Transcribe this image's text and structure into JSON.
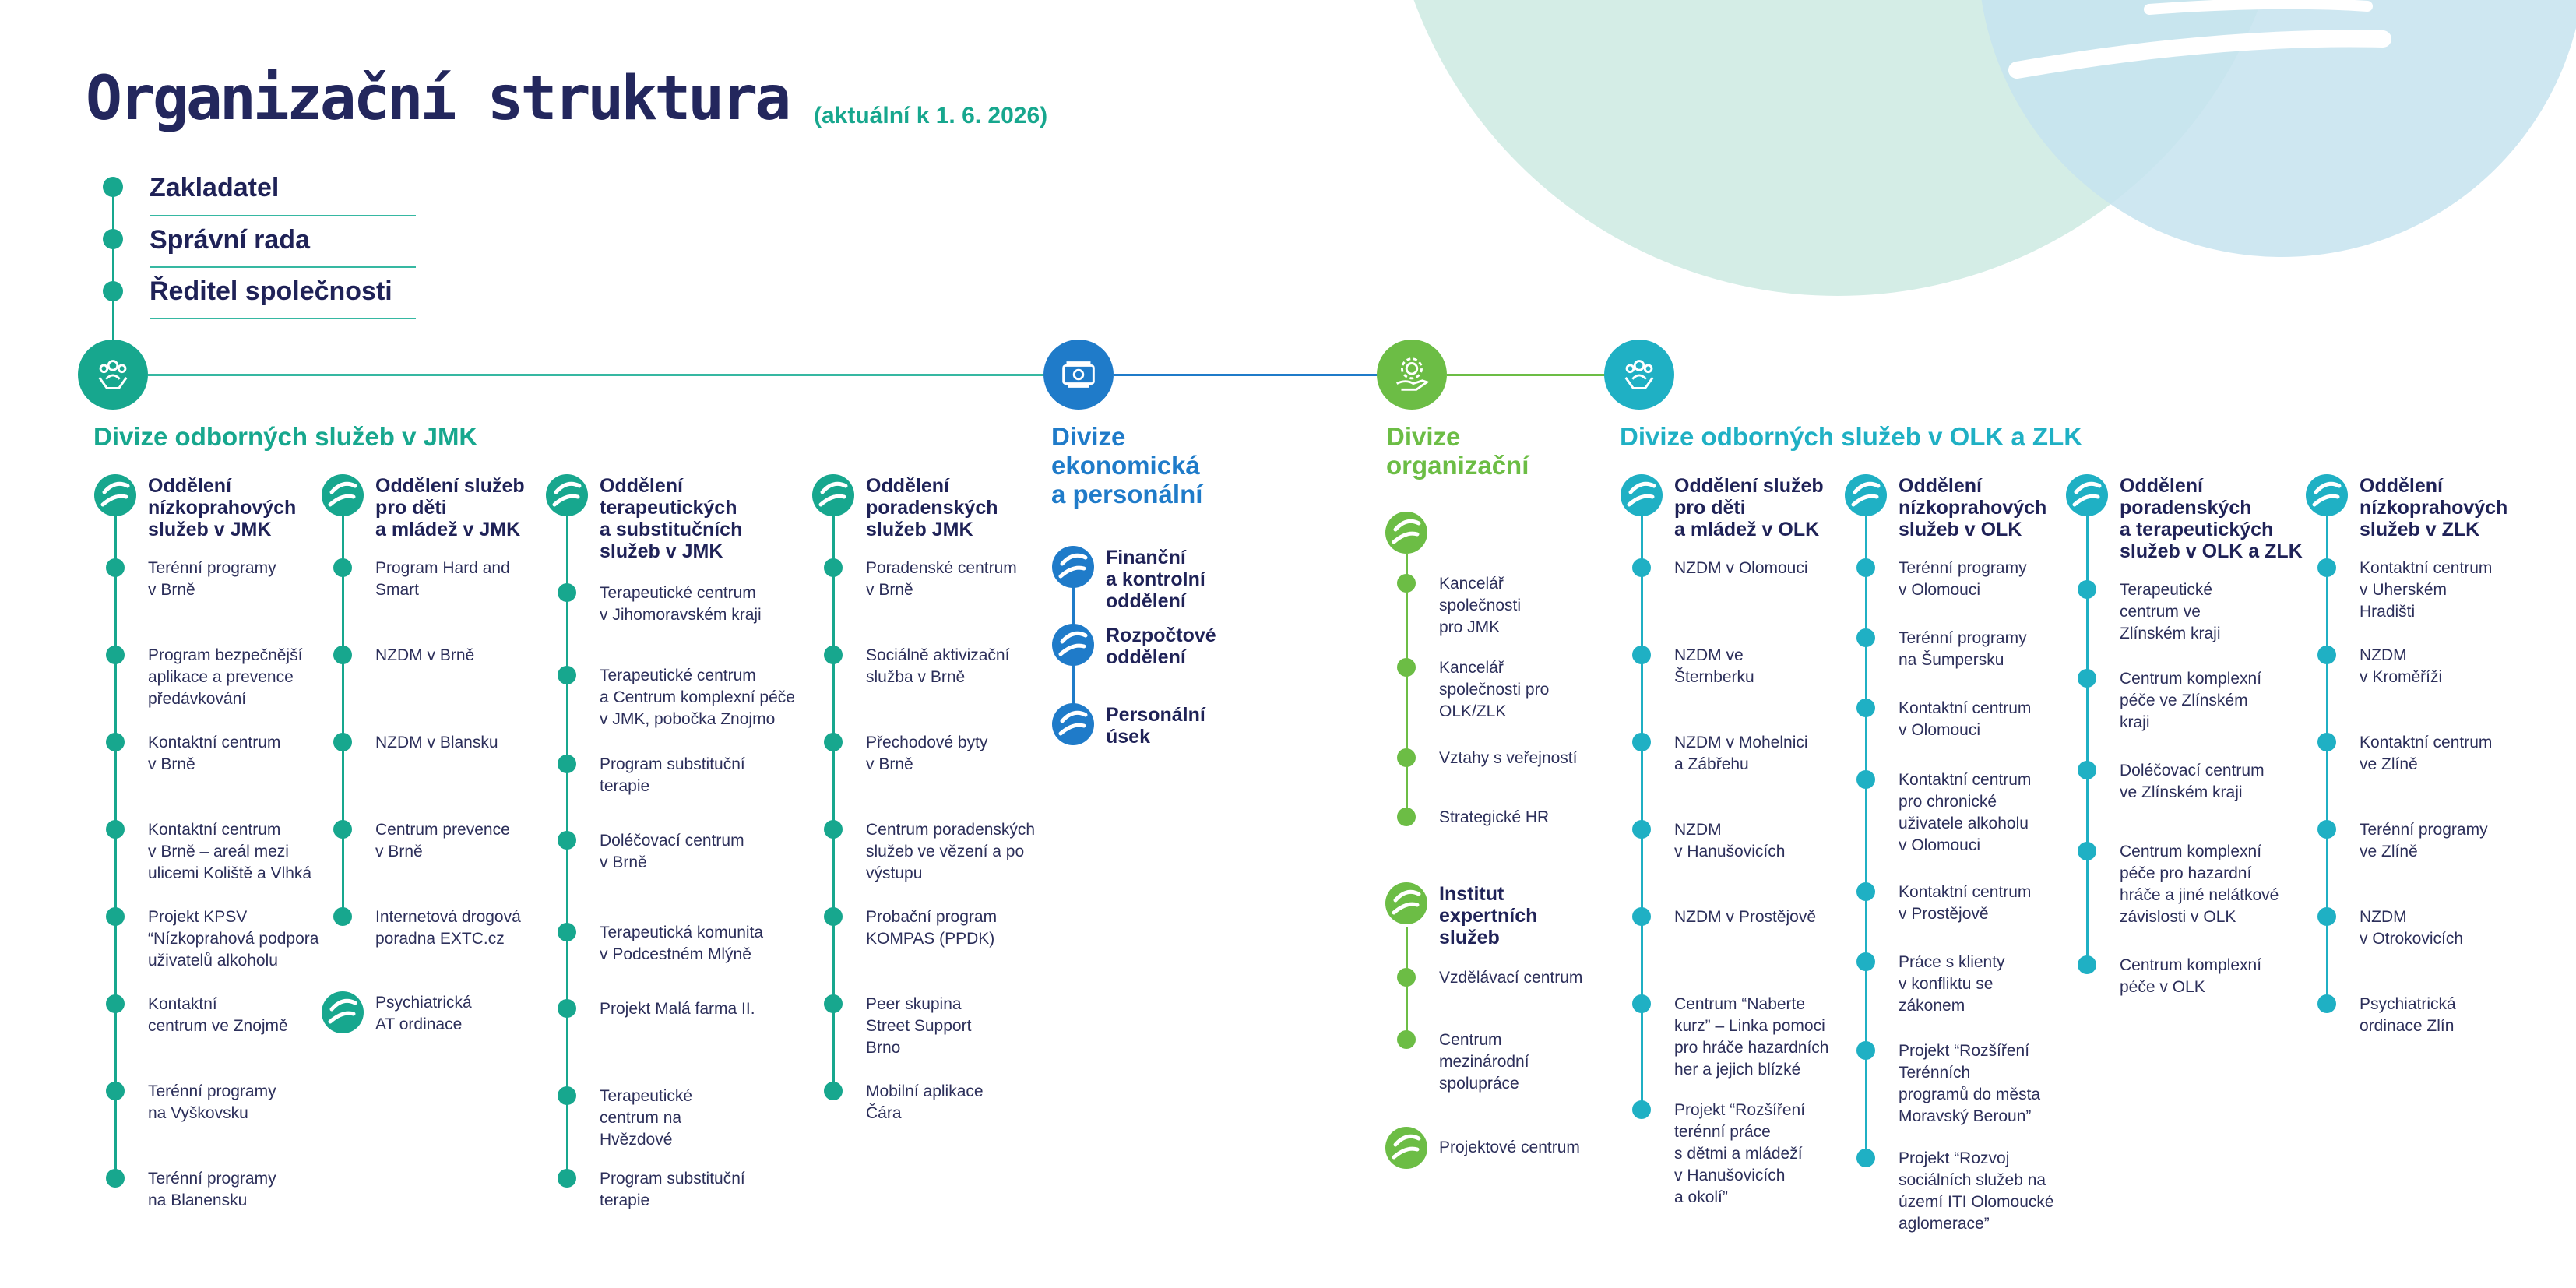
{
  "header": {
    "title": "Organizační struktura",
    "subtitle": "(aktuální k 1. 6. 2026)"
  },
  "colors": {
    "teal": "#17a78e",
    "cyan": "#1fb0c4",
    "blue": "#1f7bc9",
    "green": "#6cbd45",
    "navy": "#23275d",
    "bg_circle_light": "#d2ece5",
    "bg_circle_blue": "#c9e4ef"
  },
  "governance": [
    "Zakladatel",
    "Správní rada",
    "Ředitel společnosti"
  ],
  "divisions": {
    "jmk": {
      "icon": "people-hands-icon",
      "title": "Divize odborných služeb v JMK",
      "departments": [
        {
          "name": "Oddělení\nnízkoprahových\nslužeb v JMK",
          "items": [
            "Terénní programy\nv Brně",
            "Program bezpečnější\naplikace a prevence\npředávkování",
            "Kontaktní centrum\nv Brně",
            "Kontaktní centrum\nv Brně – areál mezi\nulicemi Koliště a Vlhká",
            "Projekt KPSV\n“Nízkoprahová podpora\nuživatelů alkoholu",
            "Kontaktní\ncentrum ve Znojmě",
            "Terénní programy\nna Vyškovsku",
            "Terénní programy\nna Blanensku"
          ]
        },
        {
          "name": "Oddělení služeb\npro děti\na mládež v JMK",
          "items": [
            "Program Hard and\nSmart",
            "NZDM v Brně",
            "NZDM v Blansku",
            "Centrum prevence\nv Brně",
            "Internetová drogová\nporadna EXTC.cz"
          ],
          "extra": "Psychiatrická\nAT ordinace"
        },
        {
          "name": "Oddělení\nterapeutických\na substitučních\nslužeb v JMK",
          "items": [
            "Terapeutické centrum\nv Jihomoravském kraji",
            "Terapeutické centrum\na Centrum komplexní péče\nv JMK, pobočka Znojmo",
            "Program substituční\nterapie",
            "Doléčovací centrum\nv Brně",
            "Terapeutická komunita\nv Podcestném Mlýně",
            "Projekt Malá farma II.",
            "Terapeutické\ncentrum na\nHvězdové",
            "Program substituční\nterapie"
          ]
        },
        {
          "name": "Oddělení\nporadenských\nslužeb JMK",
          "items": [
            "Poradenské centrum\nv Brně",
            "Sociálně aktivizační\nslužba v Brně",
            "Přechodové byty\nv Brně",
            "Centrum poradenských\nslužeb ve vězení a po\nvýstupu",
            "Probační program\nKOMPAS (PPDK)",
            "Peer skupina\nStreet Support\nBrno",
            "Mobilní aplikace\nČára"
          ]
        }
      ]
    },
    "econ": {
      "icon": "money-icon",
      "title": "Divize\nekonomická\na personální",
      "units": [
        "Finanční\na kontrolní\noddělení",
        "Rozpočtové\noddělení",
        "Personální\núsek"
      ]
    },
    "org": {
      "icon": "gear-hand-icon",
      "title": "Divize\norganizační",
      "items": [
        "Kancelář\nspolečnosti\npro JMK",
        "Kancelář\nspolečnosti pro\nOLK/ZLK",
        "Vztahy s veřejností",
        "Strategické HR"
      ],
      "institute": {
        "name": "Institut\nexpertních\nslužeb",
        "items": [
          "Vzdělávací centrum",
          "Centrum\nmezinárodní\nspolupráce"
        ]
      },
      "project_centre": "Projektové centrum"
    },
    "olk": {
      "icon": "people-hands-icon",
      "title": "Divize odborných služeb v OLK a ZLK",
      "departments": [
        {
          "name": "Oddělení služeb\npro děti\na mládež v OLK",
          "items": [
            "NZDM v Olomouci",
            "NZDM ve\nŠternberku",
            "NZDM v Mohelnici\na Zábřehu",
            "NZDM\nv Hanušovicích",
            "NZDM v Prostějově",
            "Centrum “Naberte\nkurz” – Linka pomoci\npro hráče hazardních\nher a jejich blízké",
            "Projekt “Rozšíření\nterénní práce\ns dětmi a mládeží\nv Hanušovicích\na okolí”"
          ]
        },
        {
          "name": "Oddělení\nnízkoprahových\nslužeb v OLK",
          "items": [
            "Terénní programy\nv Olomouci",
            "Terénní programy\nna Šumpersku",
            "Kontaktní centrum\nv Olomouci",
            "Kontaktní centrum\npro chronické\nuživatele alkoholu\nv Olomouci",
            "Kontaktní centrum\nv Prostějově",
            "Práce s klienty\nv konfliktu se\nzákonem",
            "Projekt “Rozšíření\nTerénních\nprogramů do města\nMoravský Beroun”",
            "Projekt “Rozvoj\nsociálních služeb na\núzemí ITI Olomoucké\naglomerace”"
          ]
        },
        {
          "name": "Oddělení\nporadenských\na terapeutických\nslužeb v OLK a ZLK",
          "items": [
            "Terapeutické\ncentrum ve\nZlínském kraji",
            "Centrum komplexní\npéče ve Zlínském\nkraji",
            "Doléčovací centrum\nve Zlínském kraji",
            "Centrum komplexní\npéče pro hazardní\nhráče a jiné nelátkové\nzávislosti v OLK",
            "Centrum komplexní\npéče v OLK"
          ]
        },
        {
          "name": "Oddělení\nnízkoprahových\nslužeb v ZLK",
          "items": [
            "Kontaktní centrum\nv Uherském\nHradišti",
            "NZDM\nv Kroměříži",
            "Kontaktní centrum\nve Zlíně",
            "Terénní programy\nve Zlíně",
            "NZDM\nv Otrokovicích",
            "Psychiatrická\nordinace Zlín"
          ]
        }
      ]
    }
  }
}
